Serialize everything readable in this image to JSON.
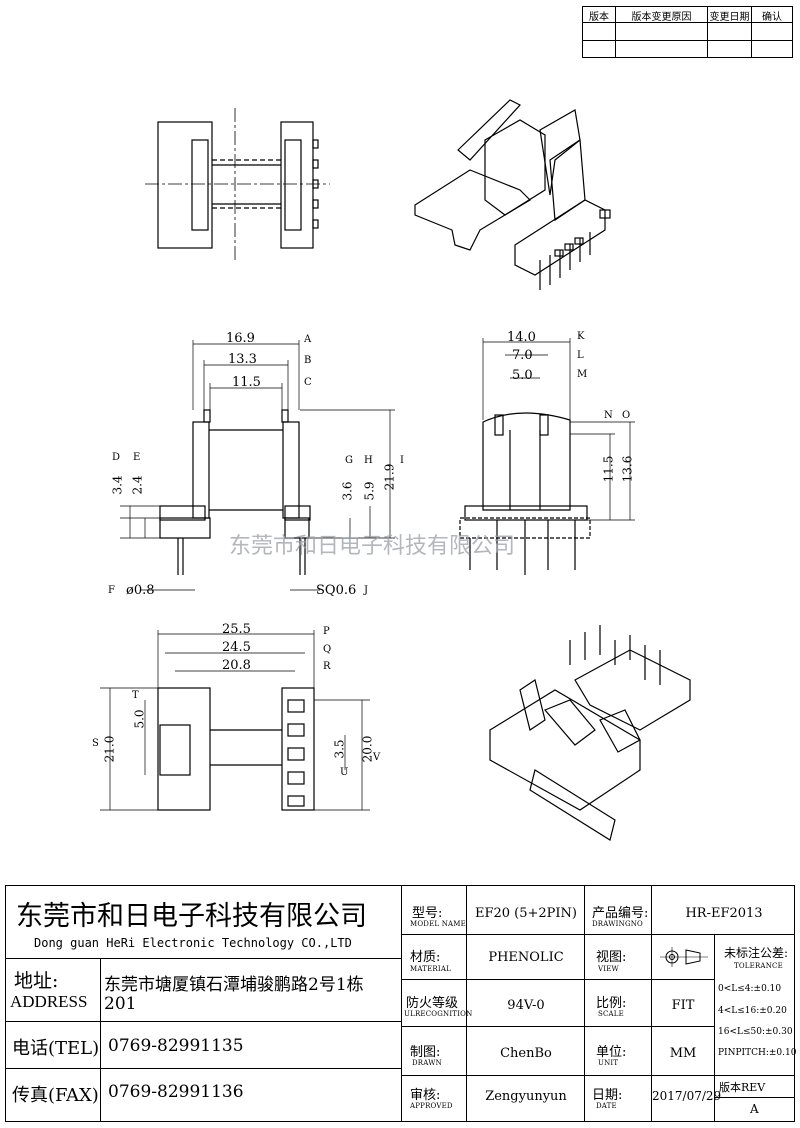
{
  "revision_table": {
    "headers": [
      "版本",
      "版本变更原因",
      "变更日期",
      "确认"
    ]
  },
  "watermark": "东莞市和日电子科技有限公司",
  "dimensions": {
    "a": "16.9",
    "b": "13.3",
    "c": "11.5",
    "d": "3.4",
    "e": "2.4",
    "g": "3.6",
    "h": "5.9",
    "i": "21.9",
    "f": "ø0.8",
    "j": "SQ0.6",
    "k": "14.0",
    "l": "7.0",
    "m": "5.0",
    "n": "11.5",
    "o": "13.6",
    "p": "25.5",
    "q": "24.5",
    "r": "20.8",
    "t": "5.0",
    "s": "21.0",
    "u": "3.5",
    "v": "20.0"
  },
  "markers": {
    "A": "A",
    "B": "B",
    "C": "C",
    "D": "D",
    "E": "E",
    "F": "F",
    "G": "G",
    "H": "H",
    "I": "I",
    "J": "J",
    "K": "K",
    "L": "L",
    "M": "M",
    "N": "N",
    "O": "O",
    "P": "P",
    "Q": "Q",
    "R": "R",
    "S": "S",
    "T": "T",
    "U": "U",
    "V": "V"
  },
  "title_block": {
    "company_cn": "东莞市和日电子科技有限公司",
    "company_en": "Dong guan HeRi Electronic Technology CO.,LTD",
    "address_label": "地址:",
    "address_label_en": "ADDRESS",
    "address_line1": "东莞市塘厦镇石潭埔骏鹏路2号1栋",
    "address_line2": "201",
    "tel_label": "电话(TEL)",
    "tel": "0769-82991135",
    "fax_label": "传真(FAX)",
    "fax": "0769-82991136",
    "model_label": "型号:",
    "model_label_en": "MODEL NAME",
    "model_value": "EF20 (5+2PIN)",
    "drawing_no_label": "产品编号:",
    "drawing_no_label_en": "DRAWINGNO",
    "drawing_no_value": "HR-EF2013",
    "material_label": "材质:",
    "material_label_en": "MATERIAL",
    "material_value": "PHENOLIC",
    "view_label": "视图:",
    "view_label_en": "VIEW",
    "tolerance_label": "未标注公差:",
    "tolerance_label_en": "TOLERANCE",
    "flame_label": "防火等级",
    "flame_label_en": "ULRECOGNITION",
    "flame_value": "94V-0",
    "scale_label": "比例:",
    "scale_label_en": "SCALE",
    "scale_value": "FIT",
    "drawn_label": "制图:",
    "drawn_label_en": "DRAWN",
    "drawn_value": "ChenBo",
    "unit_label": "单位:",
    "unit_label_en": "UNIT",
    "unit_value": "MM",
    "approved_label": "审核:",
    "approved_label_en": "APPROVED",
    "approved_value": "Zengyunyun",
    "date_label": "日期:",
    "date_label_en": "DATE",
    "date_value": "2017/07/29",
    "rev_label": "版本REV",
    "rev_value": "A",
    "tolerances": [
      "0<L≤4:±0.10",
      "4<L≤16:±0.20",
      "16<L≤50:±0.30",
      "PINPITCH:±0.10"
    ]
  }
}
